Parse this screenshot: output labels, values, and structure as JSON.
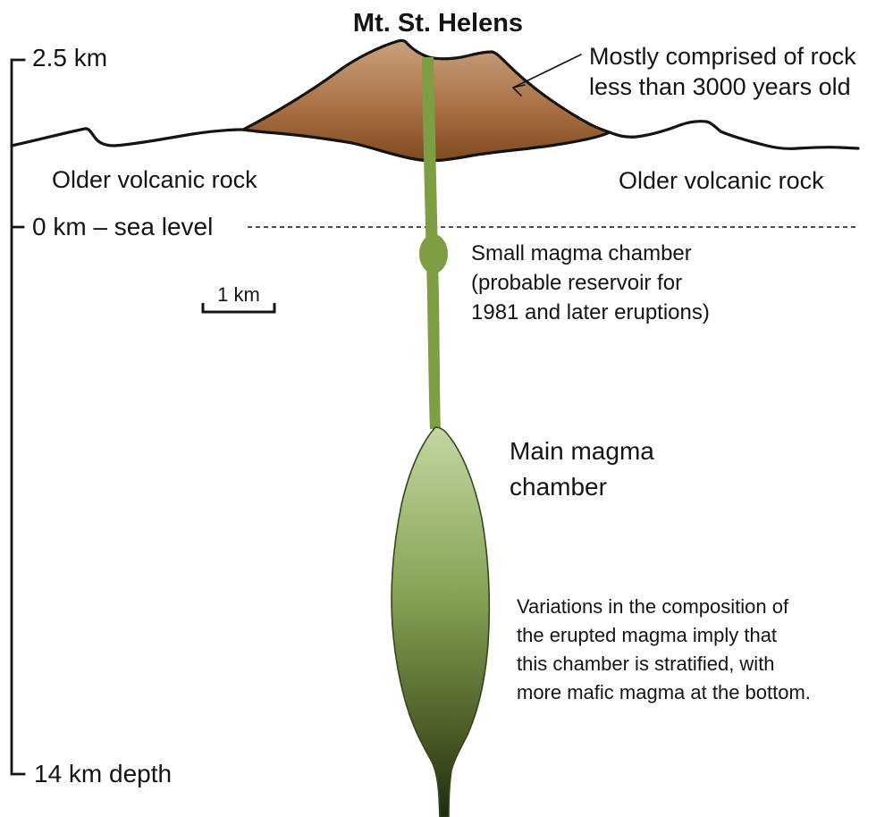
{
  "title": "Mt. St. Helens",
  "scale": {
    "elevation_label": "2.5 km",
    "sea_level_label": "0 km – sea level",
    "depth_label": "14 km depth",
    "bar_label": "1 km"
  },
  "labels": {
    "older_rock_left": "Older volcanic rock",
    "older_rock_right": "Older volcanic rock",
    "young_rock_note": [
      "Mostly comprised of rock",
      "less than 3000 years old"
    ],
    "small_chamber_note": [
      "Small magma chamber",
      "(probable reservoir for",
      "1981 and later eruptions)"
    ],
    "main_chamber_label": [
      "Main magma",
      "chamber"
    ],
    "stratified_note": [
      "Variations in the composition of",
      "the erupted magma imply that",
      "this chamber is stratified, with",
      "more mafic magma at the bottom."
    ]
  },
  "colors": {
    "outline": "#141414",
    "conduit_green": "#7d9e42",
    "mountain_top": "#c9a17d",
    "mountain_mid": "#a97044",
    "mountain_bottom": "#7c451c",
    "chamber_outline": "#39451d",
    "chamber_top": "#c3d7a2",
    "chamber_mid": "#85a556",
    "chamber_low": "#4c5c26",
    "chamber_bottom": "#202b10"
  }
}
